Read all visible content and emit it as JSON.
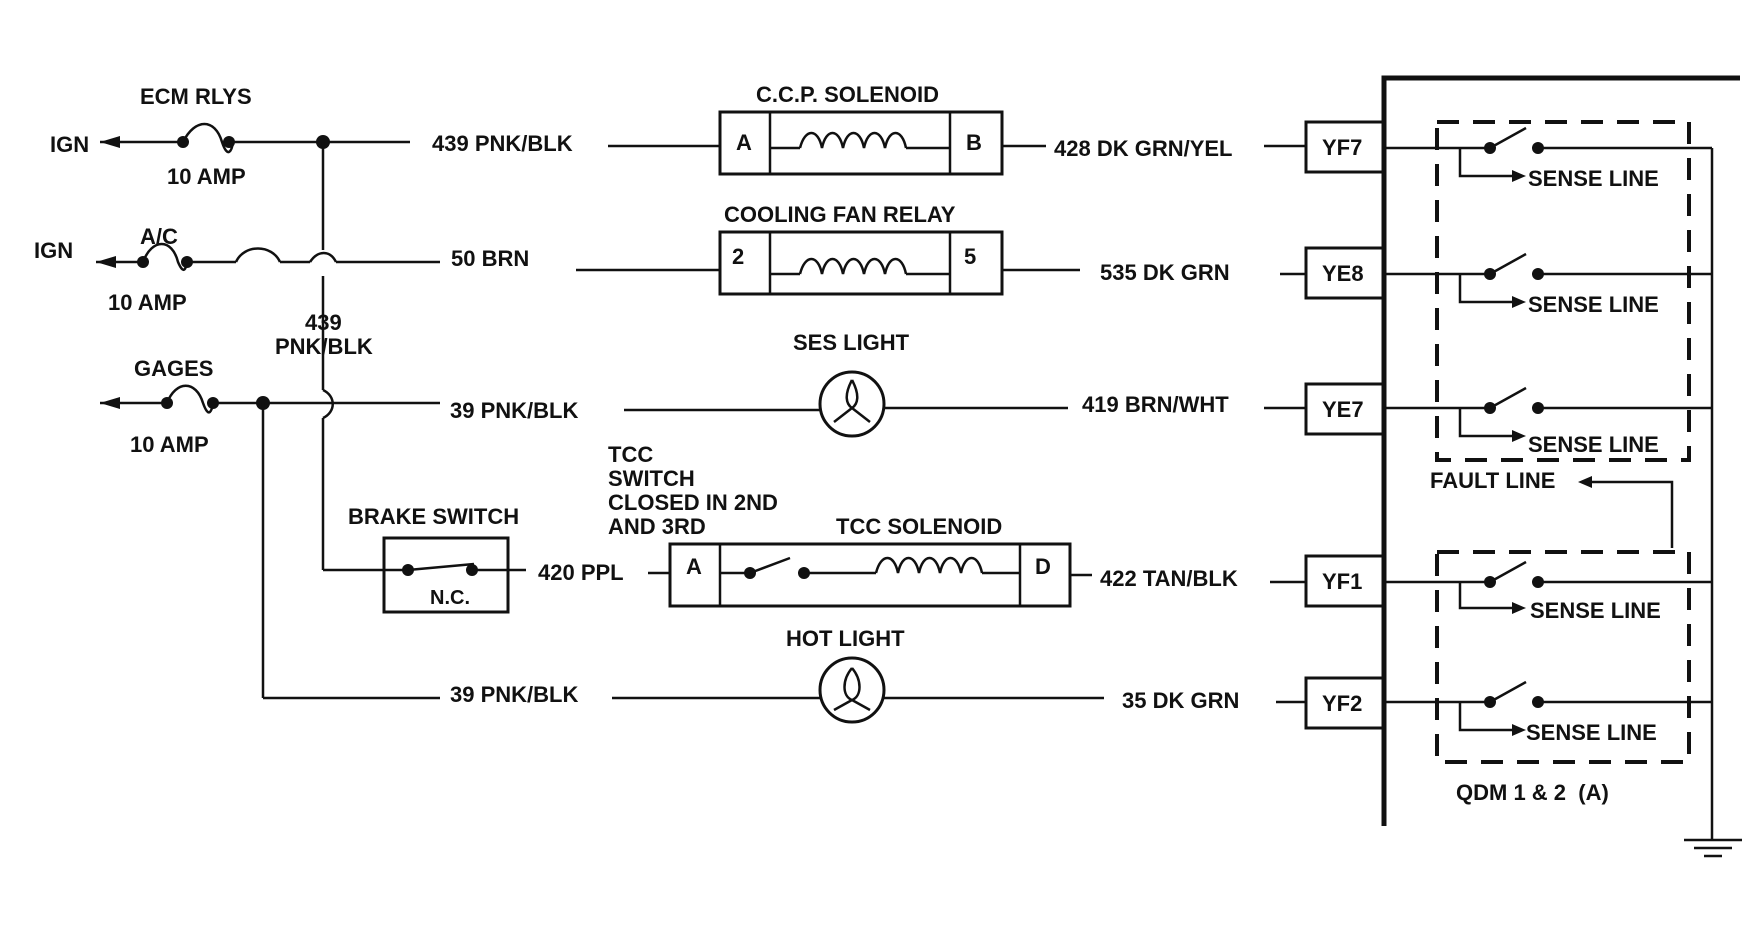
{
  "fuses": {
    "ecm": {
      "label": "ECM RLYS",
      "rating": "10 AMP",
      "source": "IGN"
    },
    "ac": {
      "label": "A/C",
      "rating": "10 AMP",
      "source": "IGN"
    },
    "gages": {
      "label": "GAGES",
      "rating": "10 AMP"
    }
  },
  "wires": {
    "w439_top": "439 PNK/BLK",
    "w50": "50 BRN",
    "w439_vert_num": "439",
    "w439_vert_color": "PNK/BLK",
    "w39_a": "39 PNK/BLK",
    "w420": "420 PPL",
    "w39_b": "39 PNK/BLK",
    "w428": "428 DK GRN/YEL",
    "w535": "535 DK GRN",
    "w419": "419 BRN/WHT",
    "w422": "422 TAN/BLK",
    "w35": "35 DK GRN"
  },
  "components": {
    "ccp": {
      "title": "C.C.P. SOLENOID",
      "pin_left": "A",
      "pin_right": "B"
    },
    "fan": {
      "title": "COOLING FAN RELAY",
      "pin_left": "2",
      "pin_right": "5"
    },
    "ses": {
      "title": "SES LIGHT"
    },
    "tcc_switch": {
      "line1": "TCC",
      "line2": "SWITCH",
      "line3": "CLOSED IN 2ND",
      "line4": "AND 3RD"
    },
    "tcc": {
      "title": "TCC SOLENOID",
      "pin_left": "A",
      "pin_right": "D"
    },
    "brake": {
      "title": "BRAKE SWITCH",
      "state": "N.C."
    },
    "hot": {
      "title": "HOT LIGHT"
    }
  },
  "qdm": {
    "pins": [
      "YF7",
      "YE8",
      "YE7",
      "YF1",
      "YF2"
    ],
    "sense_label": "SENSE LINE",
    "fault_label": "FAULT LINE",
    "module_label": "QDM 1 & 2  (A)"
  }
}
